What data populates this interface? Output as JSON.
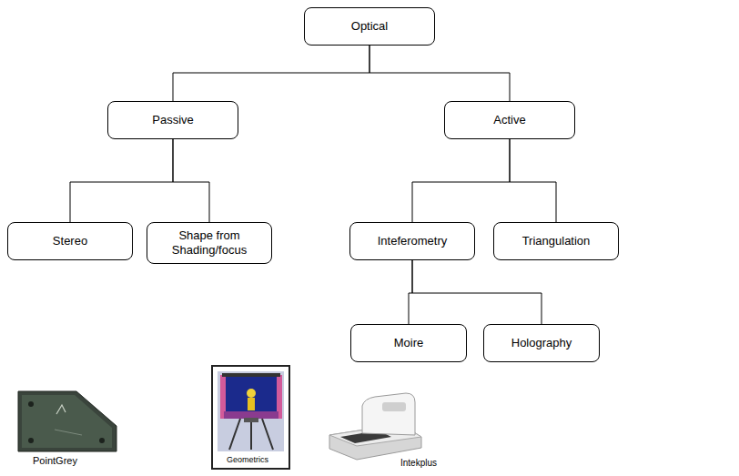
{
  "diagram": {
    "nodes": [
      {
        "text": [
          "Optical"
        ]
      },
      {
        "text": [
          "Passive"
        ]
      },
      {
        "text": [
          "Active"
        ]
      },
      {
        "text": [
          "Stereo"
        ]
      },
      {
        "text": [
          "Shape from Shading/focus"
        ]
      },
      {
        "text": [
          "Inteferometry"
        ]
      },
      {
        "text": [
          "Triangulation"
        ]
      },
      {
        "text": [
          "Moire"
        ]
      },
      {
        "text": [
          "Holography"
        ]
      }
    ],
    "edges": [
      {
        "from": 0,
        "to": 1,
        "arrow": "none"
      },
      {
        "from": 0,
        "to": 2,
        "arrow": "none"
      },
      {
        "from": 1,
        "to": 3,
        "arrow": "none"
      },
      {
        "from": 1,
        "to": 4,
        "arrow": "none"
      },
      {
        "from": 2,
        "to": 5,
        "arrow": "none"
      },
      {
        "from": 2,
        "to": 6,
        "arrow": "none"
      },
      {
        "from": 5,
        "to": 7,
        "arrow": "none"
      },
      {
        "from": 5,
        "to": 8,
        "arrow": "none"
      }
    ],
    "labels": [
      "PointGrey",
      "Geometrics",
      "Intekplus"
    ]
  }
}
